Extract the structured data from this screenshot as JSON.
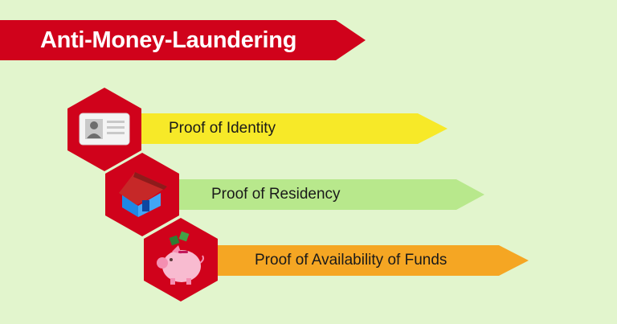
{
  "banner": {
    "title": "Anti-Money-Laundering",
    "color": "#d0021b"
  },
  "colors": {
    "background": "#e2f5cd",
    "hexagon": "#d0021b"
  },
  "items": [
    {
      "label": "Proof of Identity",
      "arrow_color": "#f7e928",
      "icon": "id-card-icon"
    },
    {
      "label": "Proof of Residency",
      "arrow_color": "#b8e88c",
      "icon": "house-icon"
    },
    {
      "label": "Proof of Availability of Funds",
      "arrow_color": "#f5a623",
      "icon": "piggy-bank-icon"
    }
  ]
}
